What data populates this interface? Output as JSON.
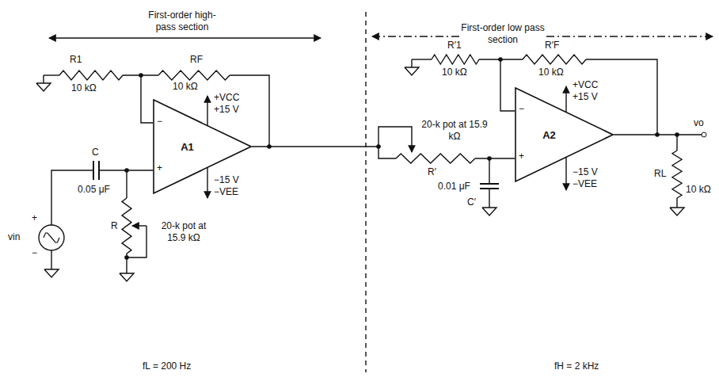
{
  "diagram": {
    "nodes": [
      {
        "text": [
          "A1"
        ]
      },
      {
        "text": [
          "A2"
        ]
      }
    ],
    "labels": [
      "First-order high-pass section",
      "First-order low pass section",
      "R1",
      "10 kΩ",
      "RF",
      "10 kΩ",
      "−",
      "+",
      "+VCC",
      "+15 V",
      "−15 V",
      "−VEE",
      "C",
      "0.05 μF",
      "R",
      "20-k pot at 15.9 kΩ",
      "+",
      "−",
      "vin",
      "fL = 200 Hz",
      "R′1",
      "10 kΩ",
      "R′F",
      "10 kΩ",
      "−",
      "+",
      "+VCC",
      "+15 V",
      "20-k pot at 15.9 kΩ",
      "R′",
      "−15 V",
      "−VEE",
      "0.01 μF",
      "C′",
      "vo",
      "RL",
      "10 kΩ",
      "fH = 2 kHz"
    ]
  }
}
